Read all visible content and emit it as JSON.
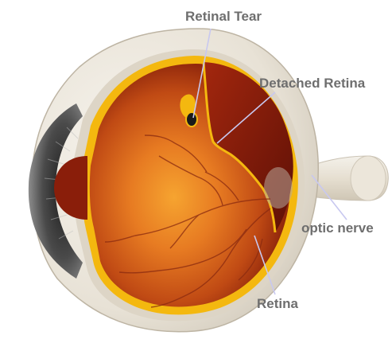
{
  "labels": {
    "retinal_tear": "Retinal Tear",
    "detached_retina": "Detached Retina",
    "optic_nerve": "optic nerve",
    "retina": "Retina"
  },
  "colors": {
    "sclera": "#e8e2d6",
    "sclera_edge": "#c9c1b2",
    "choroid_yellow": "#f4b80f",
    "fundus_center": "#f39a2a",
    "fundus_mid": "#d2561a",
    "fundus_edge": "#7a1708",
    "vessel": "#8a2a10",
    "iris": "#3a3a3a",
    "pointer_line": "#c8c8f0",
    "label_text": "#6e6e6e"
  }
}
